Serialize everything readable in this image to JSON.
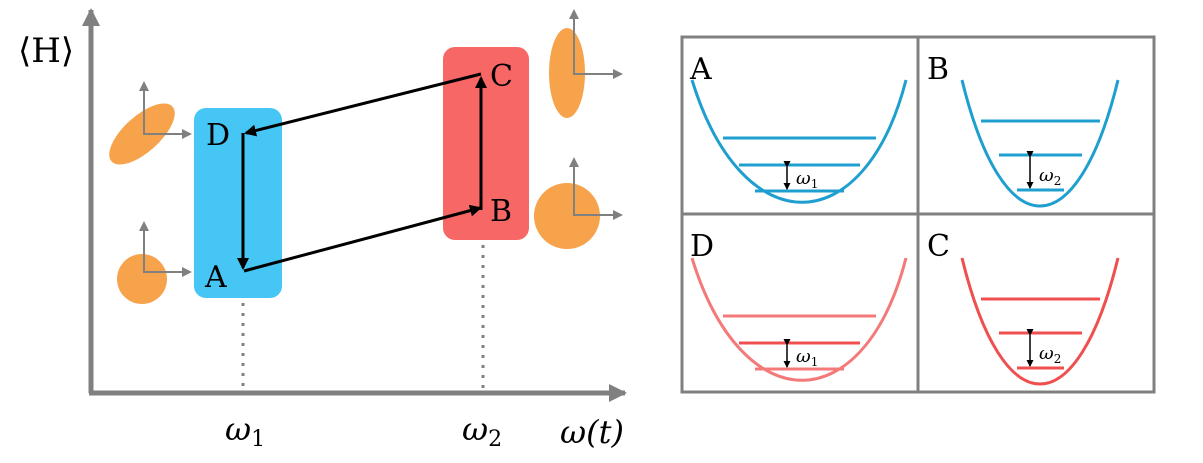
{
  "cycle": {
    "y_axis_label": "⟨H⟩",
    "x_axis_label": "ω(t)",
    "x_ticks": [
      {
        "main": "ω",
        "sub": "1"
      },
      {
        "main": "ω",
        "sub": "2"
      }
    ],
    "points": {
      "A": "A",
      "B": "B",
      "C": "C",
      "D": "D"
    }
  },
  "panels": [
    {
      "label": "A",
      "gap": {
        "main": "ω",
        "sub": "1"
      }
    },
    {
      "label": "B",
      "gap": {
        "main": "ω",
        "sub": "2"
      }
    },
    {
      "label": "D",
      "gap": {
        "main": "ω",
        "sub": "1"
      }
    },
    {
      "label": "C",
      "gap": {
        "main": "ω",
        "sub": "2"
      }
    }
  ],
  "colors": {
    "blue_box": "#45c6f4",
    "red_box": "#f76766",
    "orange": "#f6a34c",
    "axis": "#808080",
    "blue_curve": "#1f9fcf",
    "red_curve": "#ef4f4f",
    "red_curve_light": "#f47a7a"
  }
}
